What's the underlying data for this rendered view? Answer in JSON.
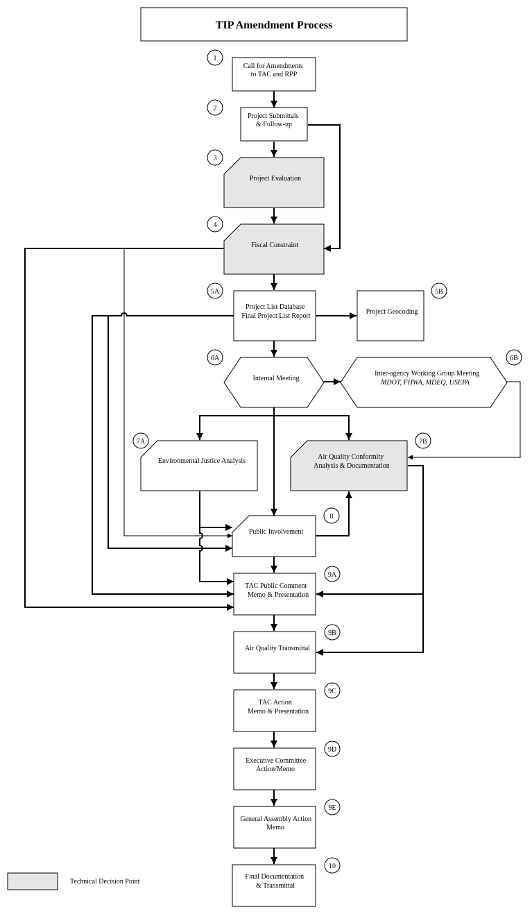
{
  "title": "TIP Amendment Process",
  "steps": {
    "s1": {
      "num": "1",
      "lines": [
        "Call for Amendments",
        "to TAC and RPP"
      ]
    },
    "s2": {
      "num": "2",
      "lines": [
        "Project Submittals",
        "& Follow-up"
      ]
    },
    "s3": {
      "num": "3",
      "lines": [
        "Project Evaluation"
      ]
    },
    "s4": {
      "num": "4",
      "lines": [
        "Fiscal Constraint"
      ]
    },
    "s5a": {
      "num": "5A",
      "lines": [
        "Project List Database",
        "Final Project List Report"
      ]
    },
    "s5b": {
      "num": "5B",
      "lines": [
        "Project Geocoding"
      ]
    },
    "s6a": {
      "num": "6A",
      "lines": [
        "Internal Meeting"
      ]
    },
    "s6b": {
      "num": "6B",
      "lines": [
        "Inter-agency Working Group Meeting",
        "MDOT, FHWA, MDEQ, USEPA"
      ]
    },
    "s7a": {
      "num": "7A",
      "lines": [
        "Environmental Justice Analysis"
      ]
    },
    "s7b": {
      "num": "7B",
      "lines": [
        "Air Quality Conformity",
        "Analysis & Documentation"
      ]
    },
    "s8": {
      "num": "8",
      "lines": [
        "Public Involvement"
      ]
    },
    "s9a": {
      "num": "9A",
      "lines": [
        "TAC Public Comment",
        "Memo & Presentation"
      ]
    },
    "s9b": {
      "num": "9B",
      "lines": [
        "Air Quality Transmittal"
      ]
    },
    "s9c": {
      "num": "9C",
      "lines": [
        "TAC Action",
        "Memo & Presentation"
      ]
    },
    "s9d": {
      "num": "9D",
      "lines": [
        "Executive Committee",
        "Action/Memo"
      ]
    },
    "s9e": {
      "num": "9E",
      "lines": [
        "General Assembly Action",
        "Memo"
      ]
    },
    "s10": {
      "num": "10",
      "lines": [
        "Final Documentation",
        "& Transmittal"
      ]
    }
  },
  "legend": {
    "label": "Technical Decision Point",
    "fill": "#e6e6e6"
  }
}
